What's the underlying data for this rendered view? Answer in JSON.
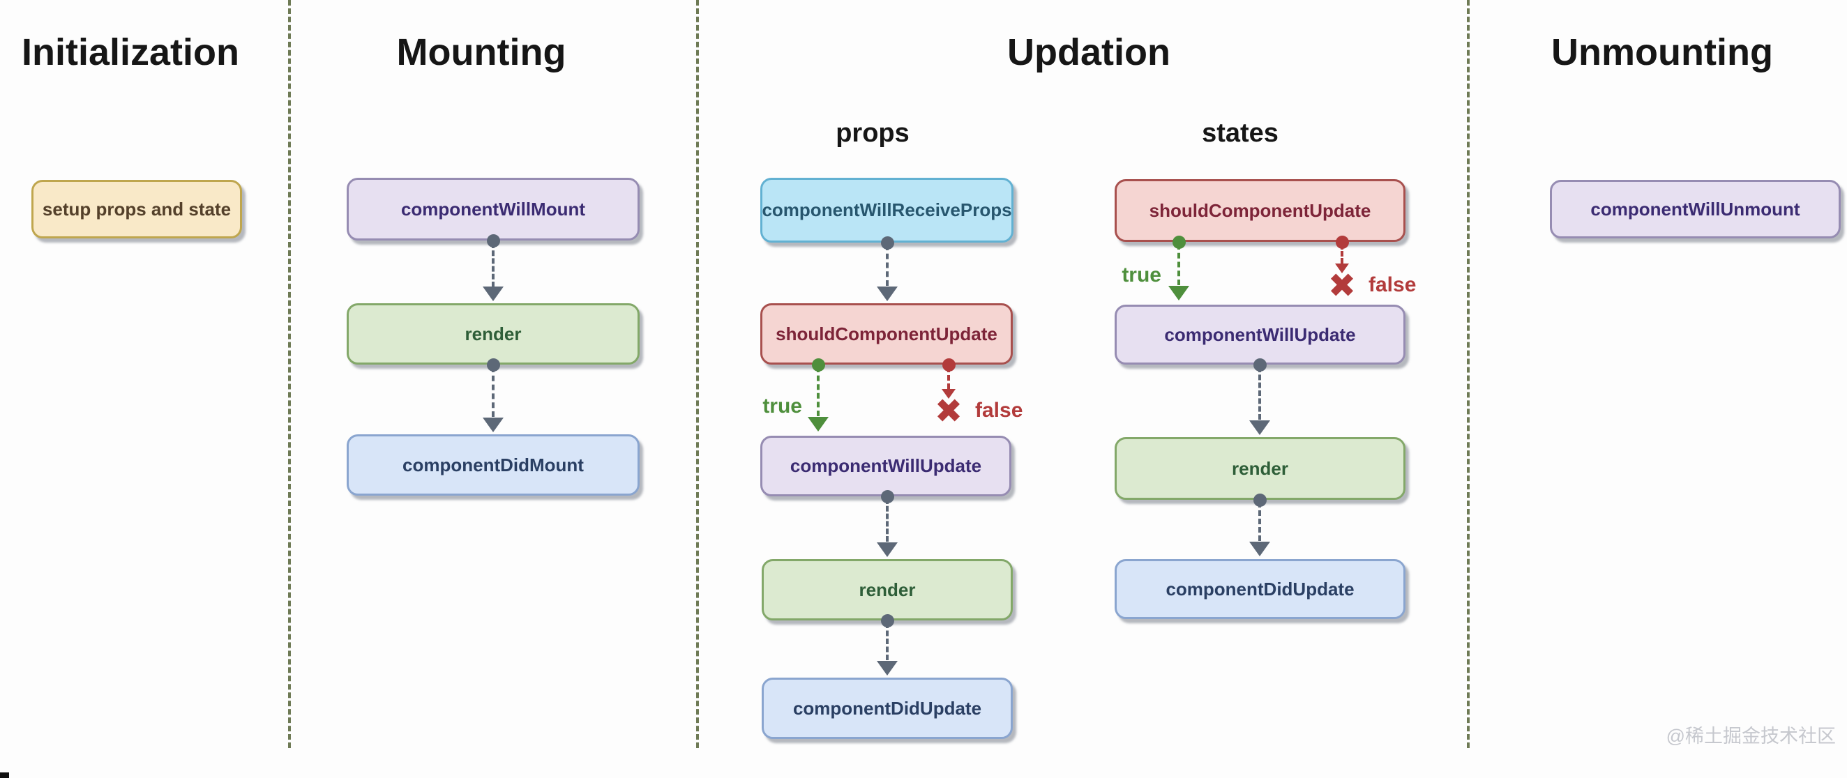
{
  "titles": {
    "initialization": "Initialization",
    "mounting": "Mounting",
    "updation": "Updation",
    "unmounting": "Unmounting"
  },
  "sublabels": {
    "props": "props",
    "states": "states"
  },
  "branch": {
    "true": "true",
    "false": "false",
    "reject_mark": "✖"
  },
  "nodes": {
    "setup": "setup props and state",
    "mounting": {
      "will_mount": "componentWillMount",
      "render": "render",
      "did_mount": "componentDidMount"
    },
    "props": {
      "will_receive_props": "componentWillReceiveProps",
      "should_update": "shouldComponentUpdate",
      "will_update": "componentWillUpdate",
      "render": "render",
      "did_update": "componentDidUpdate"
    },
    "states": {
      "should_update": "shouldComponentUpdate",
      "will_update": "componentWillUpdate",
      "render": "render",
      "did_update": "componentDidUpdate"
    },
    "unmounting": {
      "will_unmount": "componentWillUnmount"
    }
  },
  "edges": [
    {
      "from": "componentWillMount",
      "to": "render",
      "label": ""
    },
    {
      "from": "render",
      "to": "componentDidMount",
      "label": ""
    },
    {
      "from": "componentWillReceiveProps",
      "to": "shouldComponentUpdate",
      "label": ""
    },
    {
      "from": "shouldComponentUpdate(props)",
      "to": "componentWillUpdate",
      "label": "true"
    },
    {
      "from": "shouldComponentUpdate(props)",
      "to": "rejected",
      "label": "false"
    },
    {
      "from": "componentWillUpdate(props)",
      "to": "render",
      "label": ""
    },
    {
      "from": "render(props)",
      "to": "componentDidUpdate",
      "label": ""
    },
    {
      "from": "shouldComponentUpdate(states)",
      "to": "componentWillUpdate",
      "label": "true"
    },
    {
      "from": "shouldComponentUpdate(states)",
      "to": "rejected",
      "label": "false"
    },
    {
      "from": "componentWillUpdate(states)",
      "to": "render",
      "label": ""
    },
    {
      "from": "render(states)",
      "to": "componentDidUpdate",
      "label": ""
    }
  ],
  "watermark": "@稀土掘金技术社区",
  "colors": {
    "bg": "#fdfdfd",
    "separator": "#6e7a55",
    "title-text": "#161616",
    "connector-gray": "#5d6877",
    "true-green": "#4e8f3c",
    "false-red": "#b23b3b",
    "watermark": "#c6c8ce",
    "node-yellow-fill": "#f9e9c8",
    "node-yellow-border": "#bfa64e",
    "node-yellow-text": "#54402a",
    "node-purple-fill": "#e7e0f1",
    "node-purple-border": "#968cb2",
    "node-purple-text": "#3b2b72",
    "node-green-fill": "#dcead0",
    "node-green-border": "#83a869",
    "node-green-text": "#2e5e38",
    "node-blue-fill": "#d8e5f8",
    "node-blue-border": "#8aa5cf",
    "node-blue-text": "#2a3f63",
    "node-cyan-fill": "#bae5f6",
    "node-cyan-border": "#62b1d2",
    "node-cyan-text": "#27566e",
    "node-red-fill": "#f5d5d2",
    "node-red-border": "#a8504e",
    "node-red-text": "#7d2438"
  }
}
